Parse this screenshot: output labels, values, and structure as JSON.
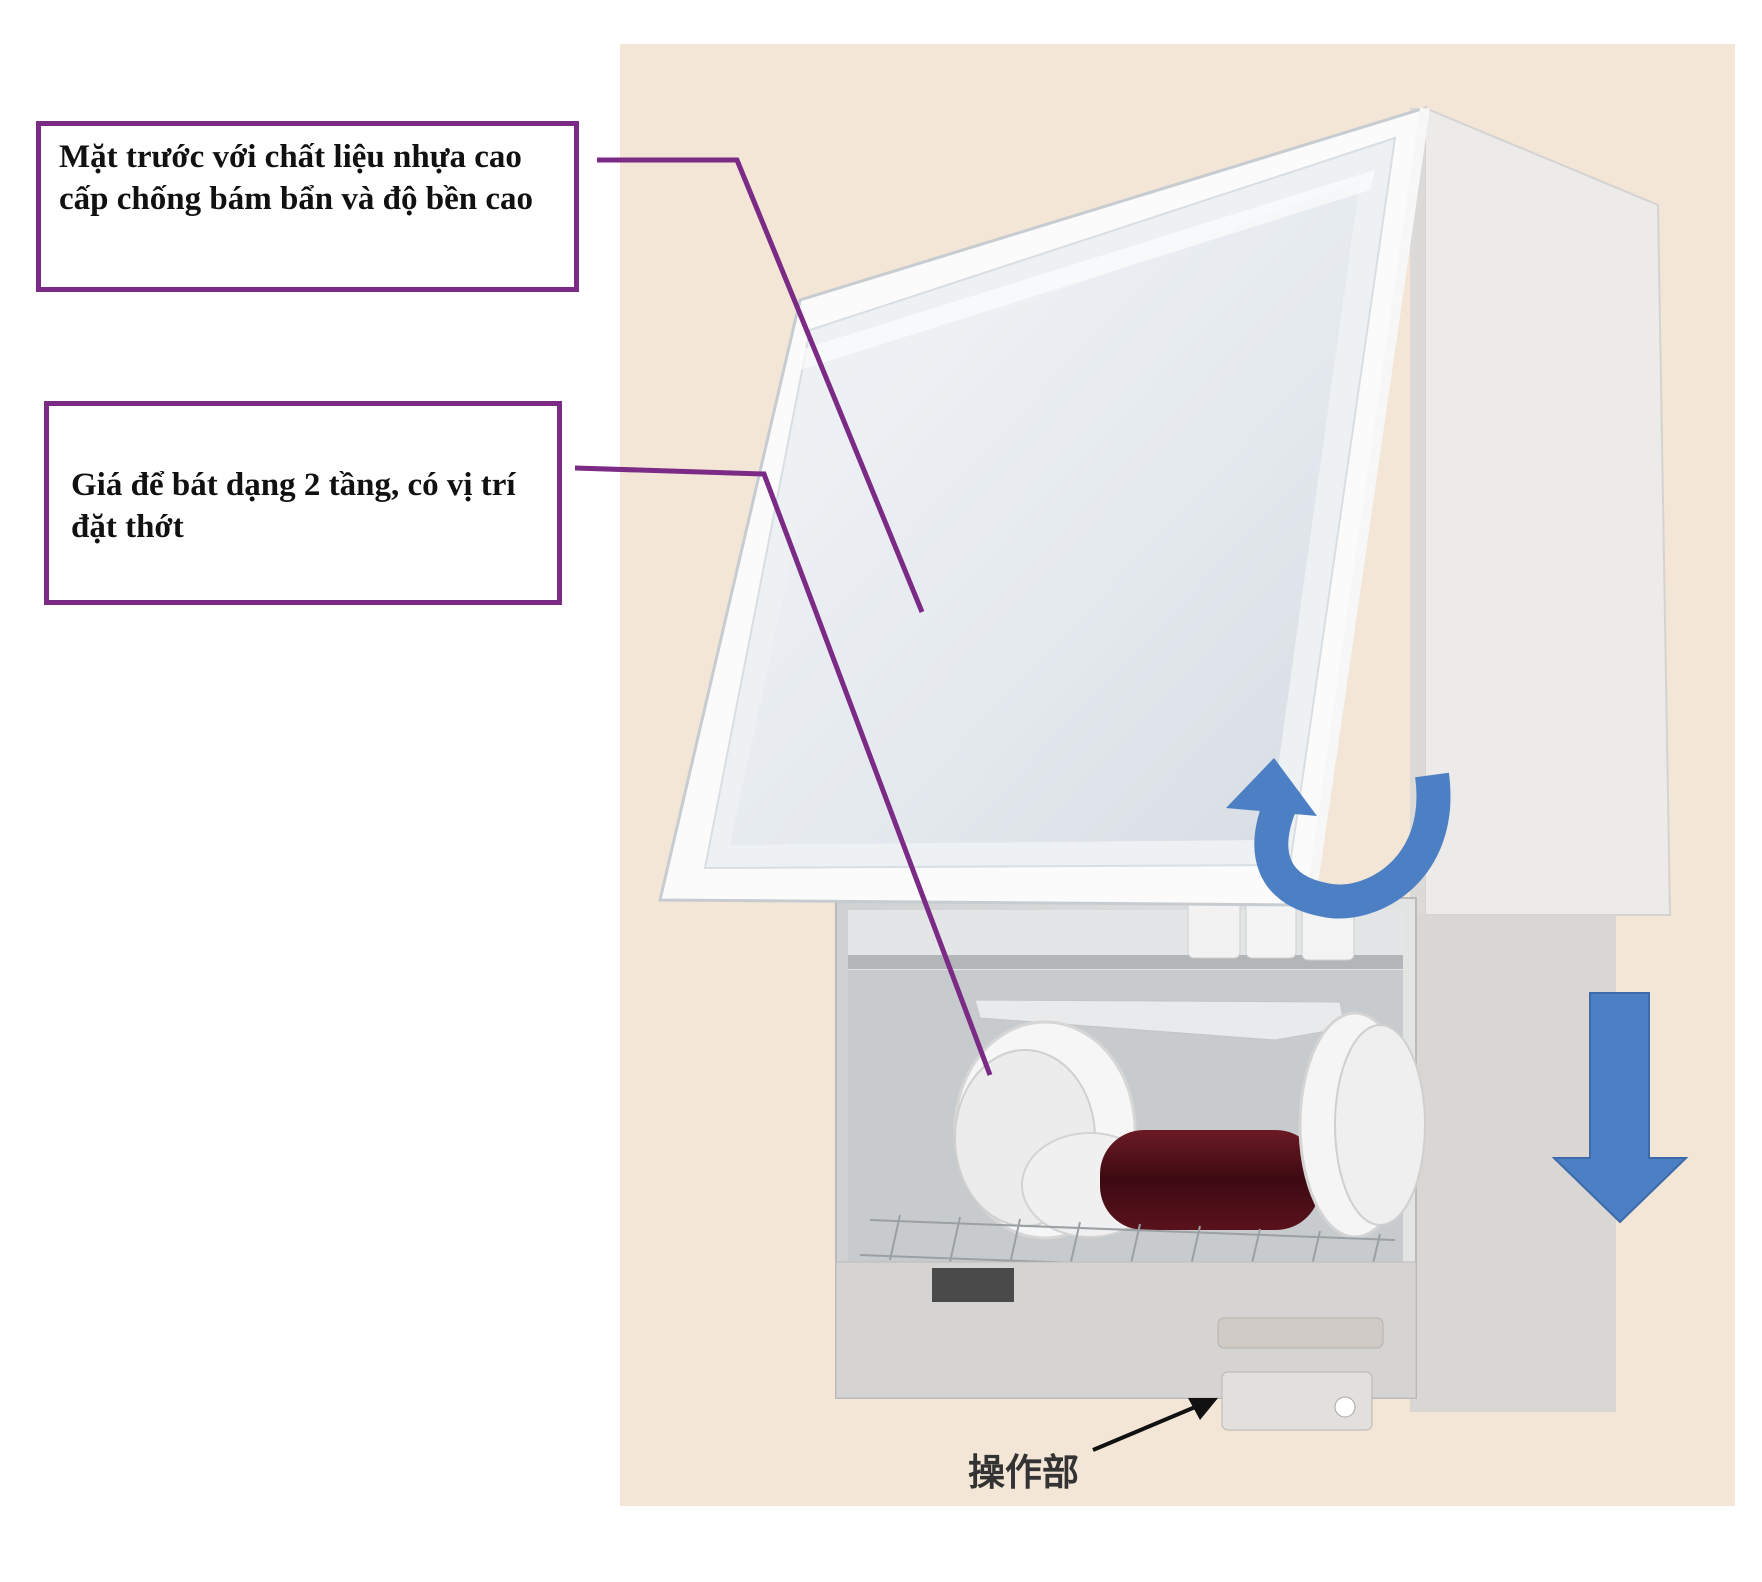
{
  "callouts": {
    "front_panel": "Mặt trước với chất liệu nhựa cao cấp chống bám bẩn và độ bền cao",
    "dish_rack": "Giá để bát dạng 2 tầng, có vị trí đặt thớt"
  },
  "operation_label": "操作部",
  "colors": {
    "callout_border": "#7b2a85",
    "leader_line": "#7b2a85",
    "arrow_fill": "#4d7fc4",
    "background": "#f3e6d7"
  },
  "icons": {
    "rotate_arrow": "curved-arrow-icon",
    "down_arrow": "down-arrow-icon",
    "pointer_arrow": "black-arrow-icon"
  }
}
